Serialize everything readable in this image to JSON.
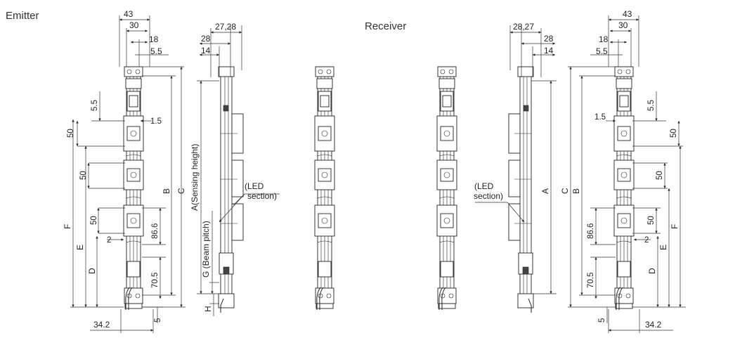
{
  "titles": {
    "emitter": "Emitter",
    "receiver": "Receiver"
  },
  "emitter_front": {
    "w43": "43",
    "w30": "30",
    "w18": "18",
    "w5_5": "5.5",
    "p5_5": "5.5",
    "p1_5": "1.5",
    "p50a": "50",
    "p50b": "50",
    "p50c": "50",
    "p86_6": "86.6",
    "p2": "2",
    "p70_5": "70.5",
    "p5": "5",
    "w34_2": "34.2",
    "F": "F",
    "E": "E",
    "D": "D",
    "B": "B",
    "C": "C"
  },
  "emitter_side": {
    "w27_28": "27,28",
    "w28": "28",
    "w14": "14",
    "A": "A(Sensing height)",
    "G": "G (Beam pitch)",
    "H": "H",
    "led1": "(LED",
    "led2": "section)"
  },
  "receiver_side": {
    "w28_27": "28,27",
    "w28": "28",
    "w14": "14",
    "A": "A",
    "led1": "(LED",
    "led2": "section)"
  },
  "receiver_front": {
    "w43": "43",
    "w30": "30",
    "w18": "18",
    "w5_5": "5.5",
    "p5_5": "5.5",
    "p1_5": "1.5",
    "p50a": "50",
    "p50b": "50",
    "p50c": "50",
    "p86_6": "86.6",
    "p2": "2",
    "p70_5": "70.5",
    "p5": "5",
    "w34_2": "34.2",
    "F": "F",
    "E": "E",
    "D": "D",
    "B": "B",
    "C": "C"
  }
}
